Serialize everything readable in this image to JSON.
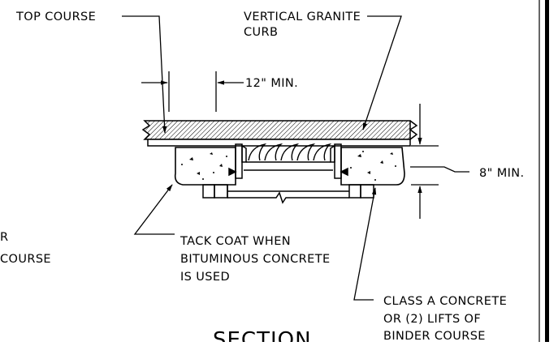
{
  "labels": {
    "top_course": "TOP COURSE",
    "curb_line1": "VERTICAL GRANITE",
    "curb_line2": "CURB",
    "min_12": "12\" MIN.",
    "min_8": "8\" MIN.",
    "left_partial_1": "R",
    "left_partial_2": "COURSE",
    "tack_line1": "TACK COAT WHEN",
    "tack_line2": "BITUMINOUS CONCRETE",
    "tack_line3": "IS USED",
    "class_line1": "CLASS A CONCRETE",
    "class_line2": "OR (2) LIFTS OF",
    "class_line3": "BINDER COURSE",
    "section_title": "SECTION"
  },
  "colors": {
    "line": "#000000",
    "hatch": "#000000",
    "background": "#ffffff"
  }
}
